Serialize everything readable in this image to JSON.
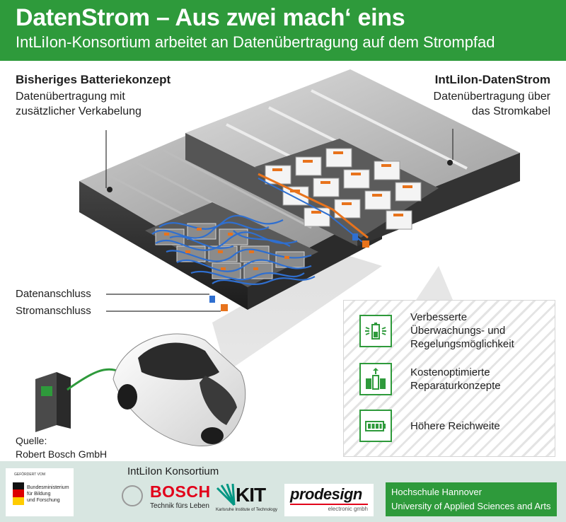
{
  "header": {
    "title": "DatenStrom – Aus zwei mach‘ eins",
    "subtitle": "IntLiIon-Konsortium arbeitet an Datenübertragung auf dem Strompfad"
  },
  "left_concept": {
    "heading": "Bisheriges Batteriekonzept",
    "line1": "Datenübertragung mit",
    "line2": "zusätzlicher Verkabelung"
  },
  "right_concept": {
    "heading": "IntLiIon-DatenStrom",
    "line1": "Datenübertragung über",
    "line2": "das Stromkabel"
  },
  "connectors": {
    "data": "Datenanschluss",
    "power": "Stromanschluss"
  },
  "benefits": [
    {
      "icon": "battery-monitoring-icon",
      "line1": "Verbesserte",
      "line2": "Überwachungs- und",
      "line3": "Regelungsmöglichkeit"
    },
    {
      "icon": "battery-cells-repair-icon",
      "line1": "Kostenoptimierte",
      "line2": "Reparaturkonzepte",
      "line3": ""
    },
    {
      "icon": "battery-range-icon",
      "line1": "Höhere Reichweite",
      "line2": "",
      "line3": ""
    }
  ],
  "source": {
    "label": "Quelle:",
    "name": "Robert Bosch GmbH"
  },
  "footer": {
    "consortium": "IntLiIon Konsortium",
    "bmbf": {
      "small": "GEFÖRDERT VOM",
      "line1": "Bundesministerium",
      "line2": "für Bildung",
      "line3": "und Forschung"
    },
    "bosch": {
      "name": "BOSCH",
      "claim": "Technik fürs Leben"
    },
    "kit": {
      "name": "KIT",
      "claim": "Karlsruhe Institute of Technology"
    },
    "prodesign": {
      "name": "prodesign",
      "claim": "electronic gmbh"
    },
    "hsh": {
      "line1": "Hochschule Hannover",
      "line2": "University of Applied Sciences and Arts"
    }
  },
  "colors": {
    "brand_green": "#2e9a3b",
    "cable_blue": "#2f6fd0",
    "connector_orange": "#e8731c",
    "bosch_red": "#e2001a"
  }
}
